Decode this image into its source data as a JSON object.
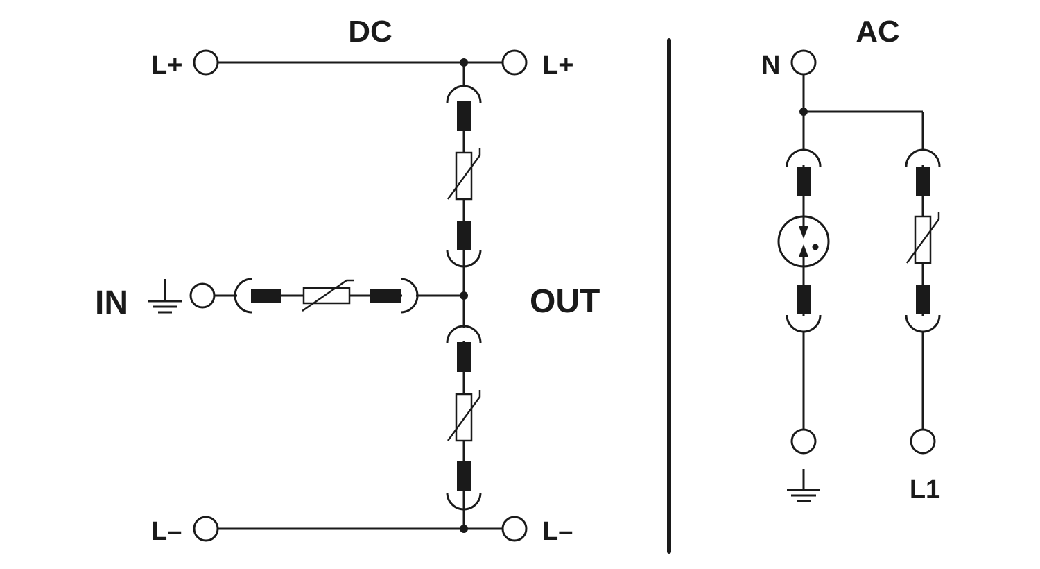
{
  "dc": {
    "title": "DC",
    "top_left_label": "L+",
    "top_right_label": "L+",
    "bottom_left_label": "L–",
    "bottom_right_label": "L–",
    "in_label": "IN",
    "out_label": "OUT"
  },
  "ac": {
    "title": "AC",
    "n_label": "N",
    "l1_label": "L1"
  },
  "colors": {
    "line": "#1a1a1a",
    "background": "#ffffff"
  }
}
